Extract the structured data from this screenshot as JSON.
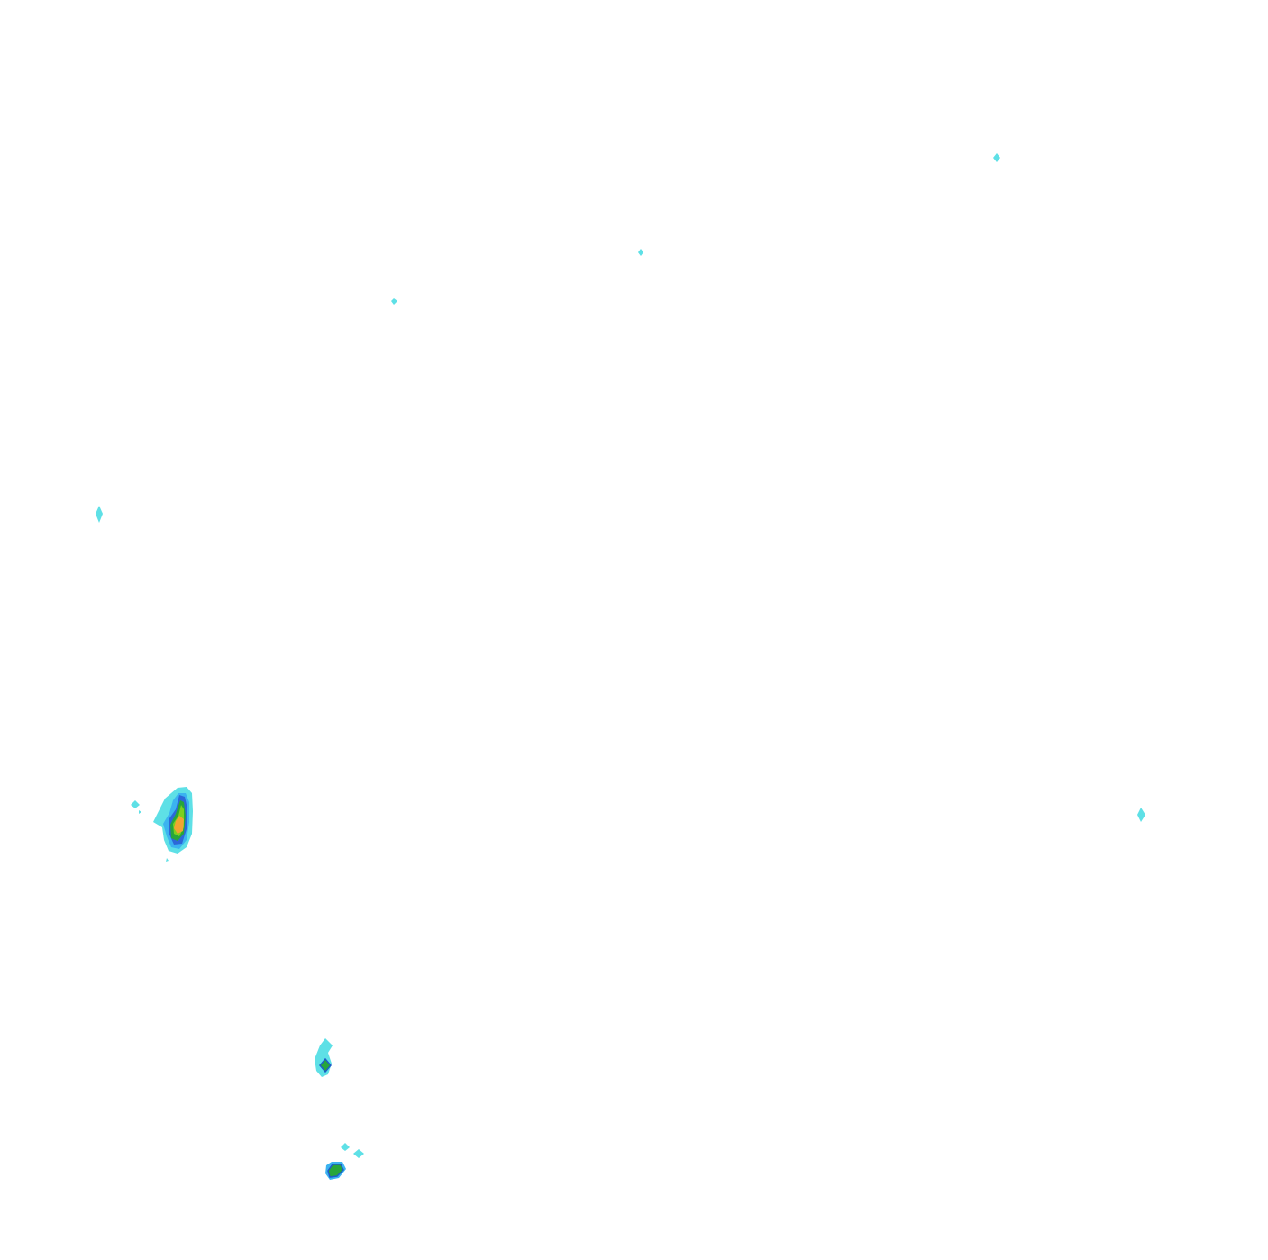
{
  "map": {
    "background": "#ffffff",
    "palette": {
      "level1": "#5ee0e6",
      "level2": "#3bb3f0",
      "level3": "#2c68d8",
      "level4": "#27a63a",
      "level5": "#7dcf1f",
      "level6": "#f2a431",
      "outline": "#1e5cc8"
    },
    "features": [
      {
        "name": "cell-northeast-speck",
        "levels": [
          1
        ]
      },
      {
        "name": "cell-north-center-speck",
        "levels": [
          1
        ]
      },
      {
        "name": "cell-north-west-speck",
        "levels": [
          1
        ]
      },
      {
        "name": "cell-west-edge-speck",
        "levels": [
          1
        ]
      },
      {
        "name": "cell-east-speck",
        "levels": [
          1
        ]
      },
      {
        "name": "cell-west-core",
        "levels": [
          1,
          2,
          3,
          4,
          5,
          6
        ]
      },
      {
        "name": "cell-south-upper",
        "levels": [
          1,
          4
        ]
      },
      {
        "name": "cell-south-lower",
        "levels": [
          1,
          3,
          4
        ]
      }
    ]
  }
}
